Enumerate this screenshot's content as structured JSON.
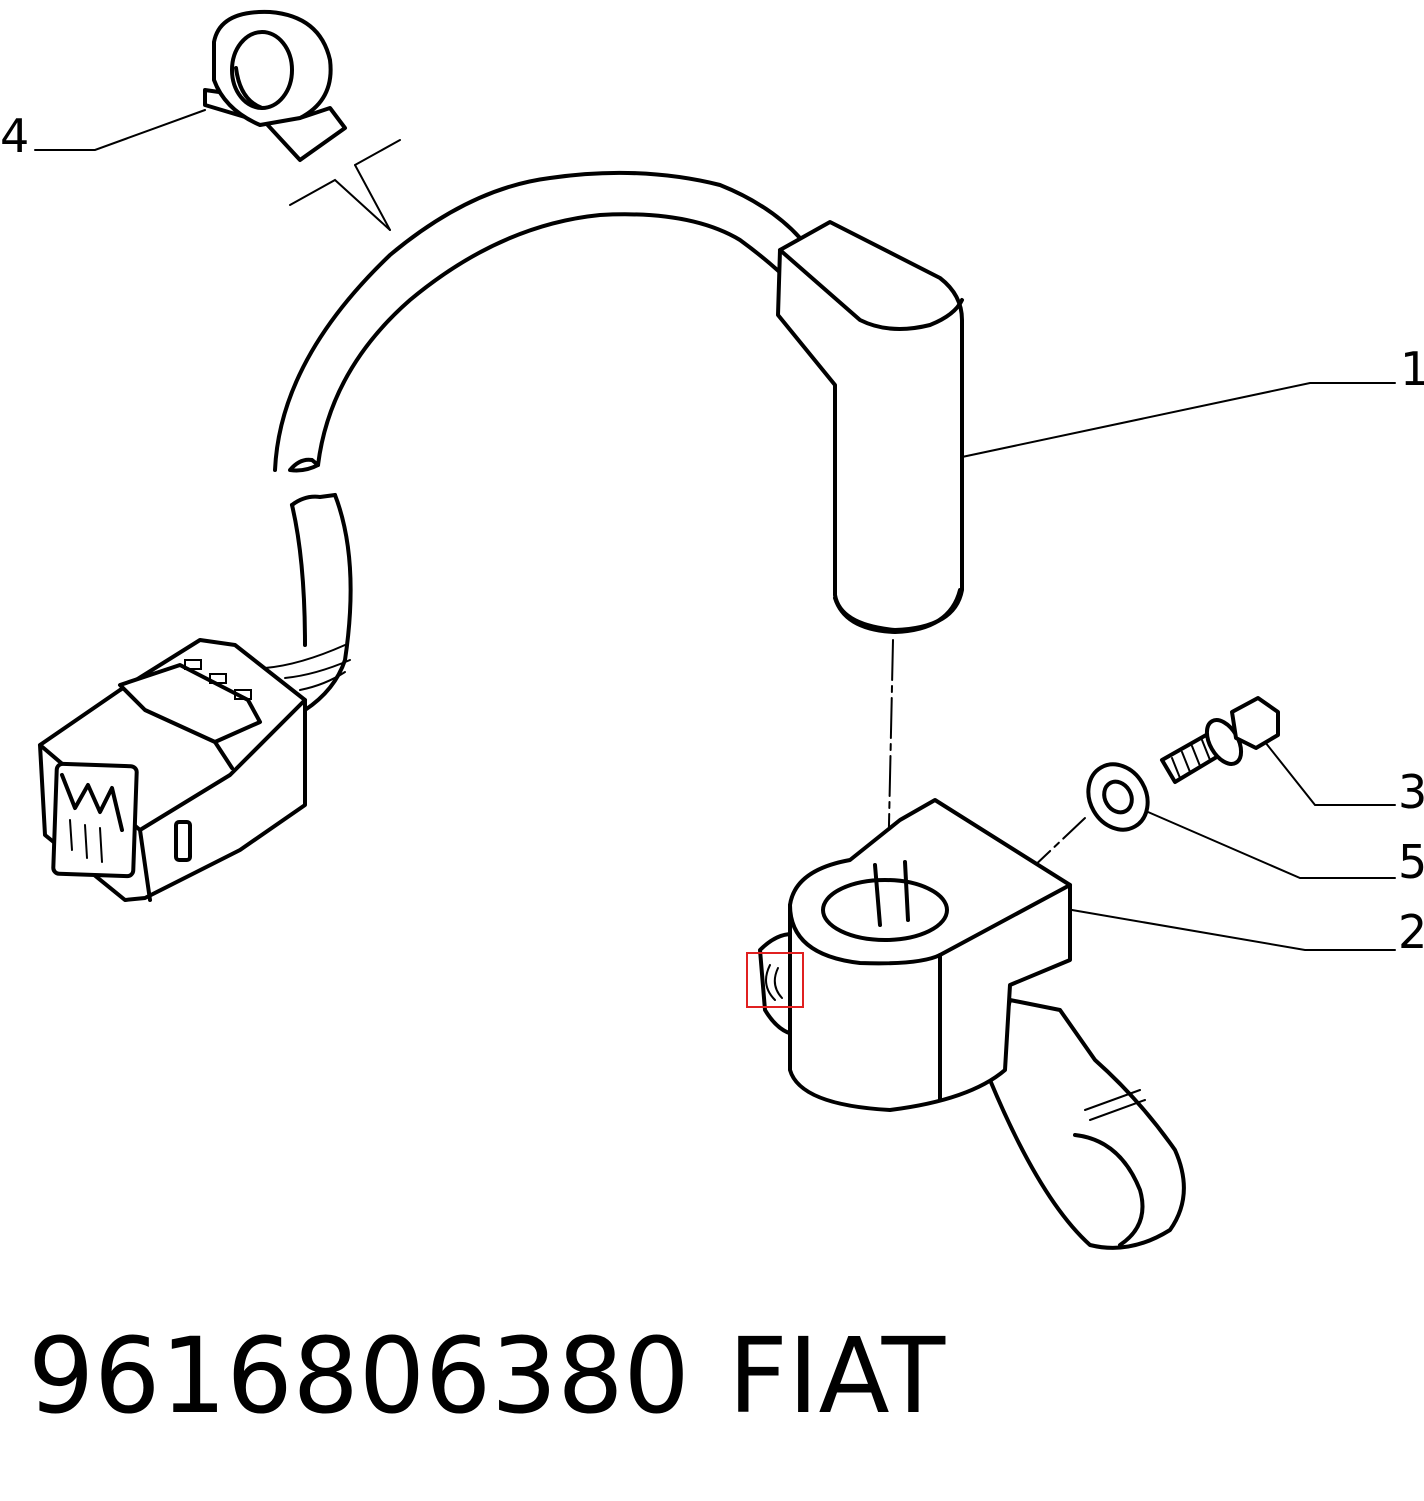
{
  "callouts": [
    {
      "label": "1"
    },
    {
      "label": "2"
    },
    {
      "label": "3"
    },
    {
      "label": "4"
    },
    {
      "label": "5"
    }
  ],
  "caption": {
    "part_number": "9616806380",
    "brand": "FIAT"
  },
  "colors": {
    "line": "#000000",
    "background": "#ffffff",
    "highlight": "#e02020"
  }
}
